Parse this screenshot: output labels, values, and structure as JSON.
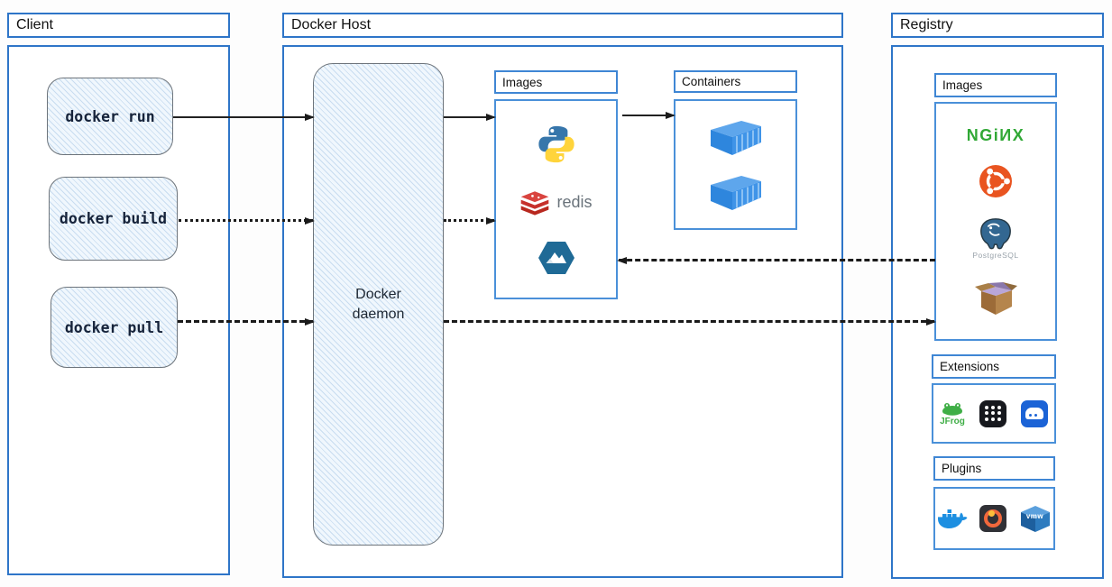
{
  "client": {
    "title": "Client",
    "commands": [
      {
        "label": "docker run"
      },
      {
        "label": "docker build"
      },
      {
        "label": "docker pull"
      }
    ]
  },
  "host": {
    "title": "Docker Host",
    "daemon_label": "Docker daemon",
    "images": {
      "title": "Images",
      "icons": [
        "python-icon",
        "redis-icon",
        "alpine-icon"
      ],
      "redis_label": "redis"
    },
    "containers": {
      "title": "Containers",
      "icons": [
        "container-icon",
        "container-icon"
      ]
    }
  },
  "registry": {
    "title": "Registry",
    "images": {
      "title": "Images",
      "icons": [
        "nginx-logo",
        "ubuntu-icon",
        "postgresql-icon",
        "busybox-icon"
      ],
      "nginx_wordmark": "NGiИX",
      "postgresql_label": "PostgreSQL"
    },
    "extensions": {
      "title": "Extensions",
      "icons": [
        "jfrog-icon",
        "app-grid-icon",
        "app-drive-icon"
      ],
      "jfrog_label": "JFrog"
    },
    "plugins": {
      "title": "Plugins",
      "icons": [
        "docker-whale-icon",
        "grafana-icon",
        "vmware-icon"
      ],
      "vmware_label": "vmw"
    }
  },
  "arrows": [
    {
      "name": "docker-run-to-daemon",
      "style": "solid"
    },
    {
      "name": "daemon-to-images",
      "style": "solid"
    },
    {
      "name": "images-to-containers",
      "style": "solid"
    },
    {
      "name": "docker-build-to-daemon",
      "style": "dotted"
    },
    {
      "name": "daemon-to-images-build",
      "style": "dotted"
    },
    {
      "name": "docker-pull-to-daemon",
      "style": "dashed"
    },
    {
      "name": "daemon-to-registry",
      "style": "dashed"
    },
    {
      "name": "registry-to-images",
      "style": "dashed"
    }
  ],
  "colors": {
    "frame_blue": "#2e75c8",
    "panel_blue": "#4a90d9",
    "sketch_fill": "#f0f7fd",
    "arrow_black": "#1a1a1a",
    "nginx_green": "#30a835",
    "ubuntu_orange": "#e95420",
    "redis_red": "#c6302b",
    "python_blue": "#3776ab",
    "python_yellow": "#ffd43b",
    "alpine_teal": "#1f6a96",
    "container_blue": "#2e86dd",
    "jfrog_green": "#3fae46",
    "grafana_orange": "#f1683c",
    "vmware_blue": "#2d7bbf"
  }
}
